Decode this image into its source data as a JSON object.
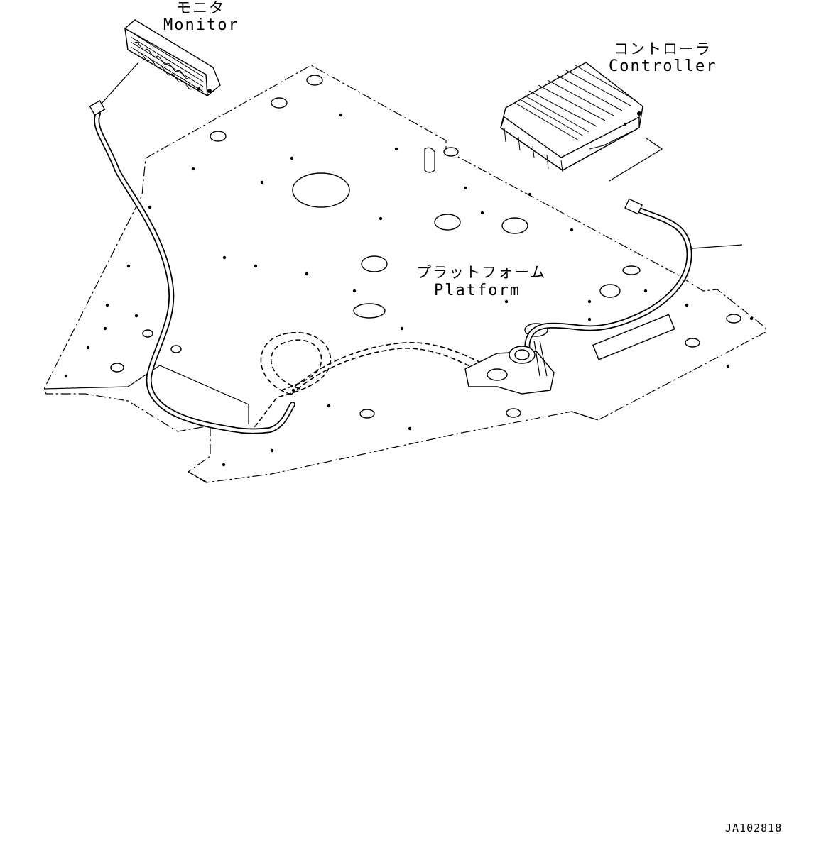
{
  "labels": {
    "monitor_jp": "モニタ",
    "monitor_en": "Monitor",
    "controller_jp": "コントローラ",
    "controller_en": "Controller",
    "platform_jp": "プラットフォーム",
    "platform_en": "Platform"
  },
  "figure_code": "JA102818"
}
